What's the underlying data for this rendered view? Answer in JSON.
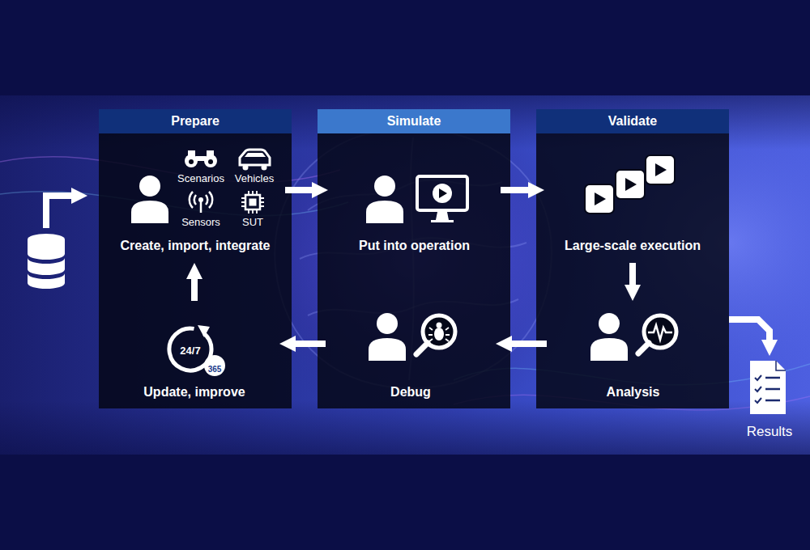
{
  "diagram": {
    "nodes": [
      {
        "text": [
          "Prepare"
        ]
      },
      {
        "text": [
          "Create, import, integrate"
        ],
        "in": 0
      },
      {
        "text": [
          "Update, improve"
        ],
        "in": 0
      },
      {
        "text": [
          "Simulate"
        ]
      },
      {
        "text": [
          "Put into operation"
        ],
        "in": 3
      },
      {
        "text": [
          "Debug"
        ],
        "in": 3
      },
      {
        "text": [
          "Validate"
        ]
      },
      {
        "text": [
          "Large-scale execution"
        ],
        "in": 6
      },
      {
        "text": [
          "Analysis"
        ],
        "in": 6
      },
      {
        "text": [
          "Results"
        ]
      }
    ],
    "edges": [
      {
        "from": 1,
        "to": 4,
        "arrow": "to"
      },
      {
        "from": 4,
        "to": 7,
        "arrow": "to"
      },
      {
        "from": 7,
        "to": 8,
        "arrow": "to"
      },
      {
        "from": 8,
        "to": 5,
        "arrow": "to"
      },
      {
        "from": 5,
        "to": 2,
        "arrow": "to"
      },
      {
        "from": 2,
        "to": 1,
        "arrow": "to"
      },
      {
        "from": 6,
        "to": 9,
        "arrow": "to"
      }
    ],
    "labels": [
      "Scenarios",
      "Vehicles",
      "Sensors",
      "SUT",
      "24/7",
      "365"
    ]
  }
}
